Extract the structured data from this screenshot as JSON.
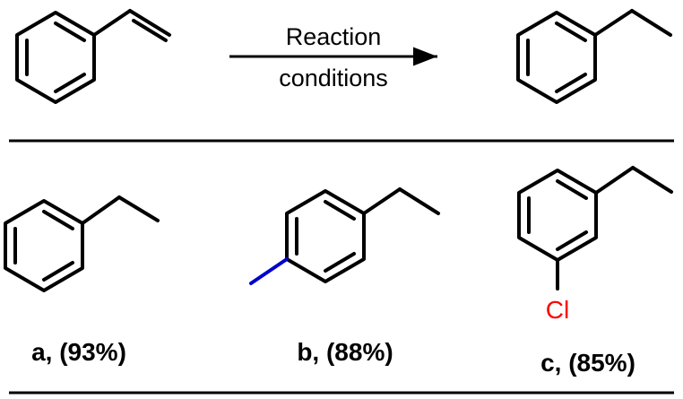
{
  "reaction": {
    "conditions_line1": "Reaction",
    "conditions_line2": "conditions"
  },
  "products": [
    {
      "label": "a, (93%)",
      "substituent": ""
    },
    {
      "label": "b, (88%)",
      "substituent": ""
    },
    {
      "label": "c, (85%)",
      "substituent": "Cl"
    }
  ],
  "colors": {
    "bond": "#000000",
    "methyl_bond": "#0000cc",
    "chlorine": "#ff0000"
  }
}
